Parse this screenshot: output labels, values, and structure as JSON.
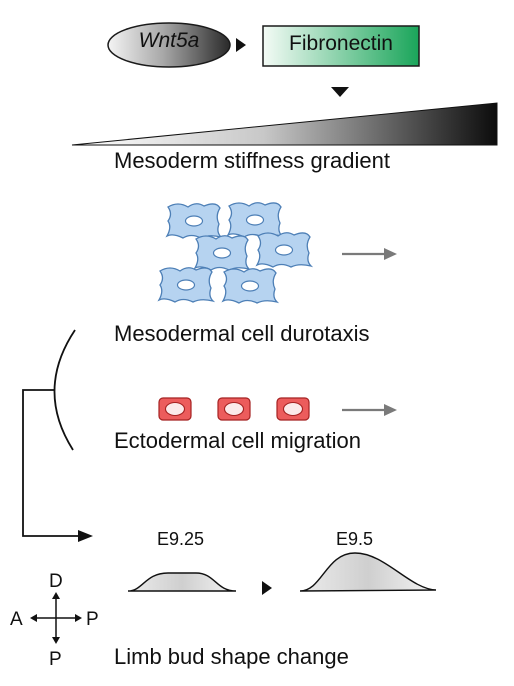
{
  "top": {
    "gene_label": "Wnt5a",
    "protein_label": "Fibronectin"
  },
  "gradient": {
    "label": "Mesoderm stiffness gradient"
  },
  "mesoderm": {
    "label": "Mesodermal cell durotaxis",
    "cell_color": "#b6d3f0"
  },
  "ectoderm": {
    "label": "Ectodermal cell migration",
    "cell_color": "#ec5c5c"
  },
  "limb_bud": {
    "stage_early": "E9.25",
    "stage_late": "E9.5",
    "label": "Limb bud shape change"
  },
  "axes": {
    "dorsal": "D",
    "ventral": "P",
    "anterior": "A",
    "posterior": "P"
  },
  "colors": {
    "fibronectin_accent": "#1aa55a",
    "arrow_gray": "#7a7a7a"
  }
}
